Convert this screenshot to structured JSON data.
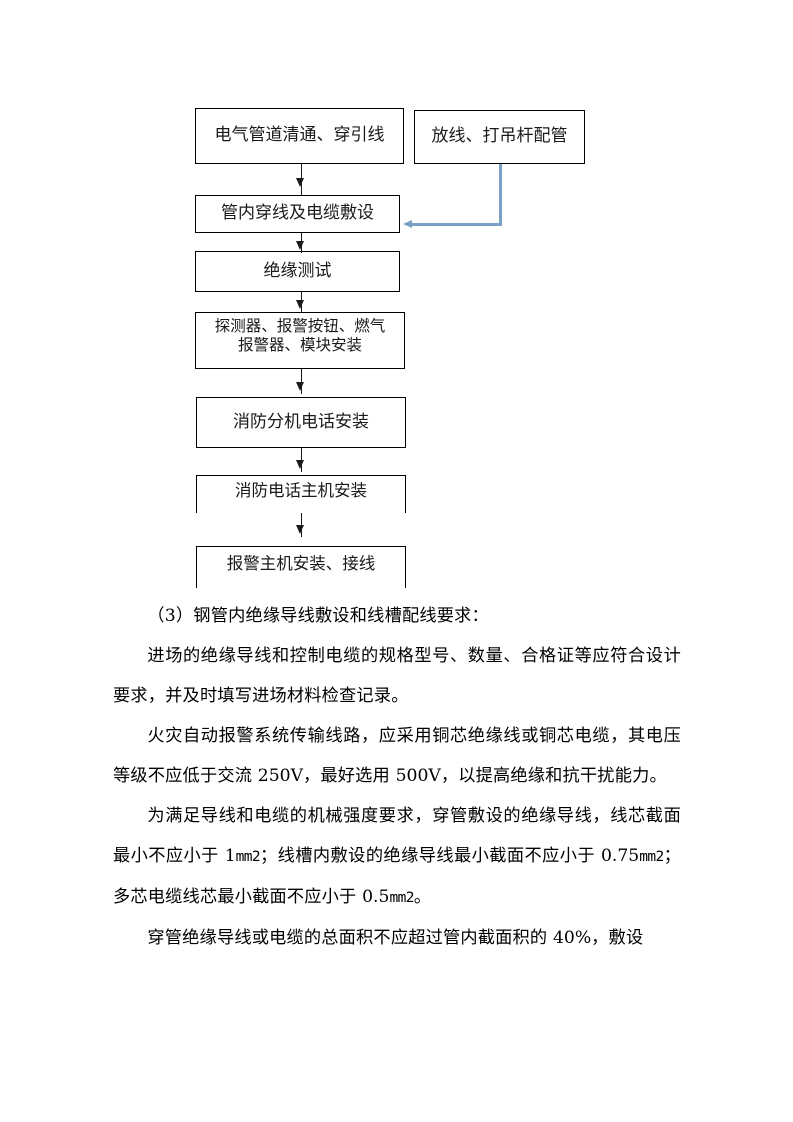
{
  "document": {
    "flowchart": {
      "boxes": [
        {
          "id": "pipe-clearing",
          "lines": [
            "电气管道清通、穿引线"
          ]
        },
        {
          "id": "cable-laying-rods",
          "lines": [
            "放线、打吊杆配管"
          ]
        },
        {
          "id": "in-pipe-threading",
          "lines": [
            "管内穿线及电缆敷设"
          ]
        },
        {
          "id": "insulation-test",
          "lines": [
            "绝缘测试"
          ]
        },
        {
          "id": "detector-install",
          "lines": [
            "探测器、报警按钮、燃气",
            "报警器、模块安装"
          ]
        },
        {
          "id": "fire-ext-phone",
          "lines": [
            "消防分机电话安装"
          ]
        },
        {
          "id": "fire-main-phone",
          "lines": [
            "消防电话主机安装"
          ]
        },
        {
          "id": "alarm-host-wiring",
          "lines": [
            "报警主机安装、接线"
          ]
        }
      ],
      "connector_color_blue": "#7ba0c8",
      "connector_color_black": "#1a1a1a"
    },
    "paragraphs": [
      {
        "id": "heading-3",
        "runs": [
          {
            "t": "（3）钢管内绝缘导线敷设和线槽配线要求：",
            "style": "cjk"
          }
        ]
      },
      {
        "id": "para-materials",
        "runs": [
          {
            "t": "进场的绝缘导线和控制电缆的规格型号、数量、合格证等应符合设计要求，并及时填写进场材料检查记录。",
            "style": "cjk"
          }
        ]
      },
      {
        "id": "para-voltage",
        "runs": [
          {
            "t": "火灾自动报警系统传输线路，应采用铜芯绝缘线或铜芯电缆，其电压等级不应低于交流 ",
            "style": "cjk"
          },
          {
            "t": "250V",
            "style": "lat"
          },
          {
            "t": "，最好选用 ",
            "style": "cjk"
          },
          {
            "t": "500V",
            "style": "lat"
          },
          {
            "t": "，以提高绝缘和抗干扰能力。",
            "style": "cjk"
          }
        ]
      },
      {
        "id": "para-cross-section",
        "runs": [
          {
            "t": "为满足导线和电缆的机械强度要求，穿管敷设的绝缘导线，线芯截面最小不应小于 ",
            "style": "cjk"
          },
          {
            "t": "1",
            "style": "lat"
          },
          {
            "t": "mm2",
            "style": "unit"
          },
          {
            "t": "；线槽内敷设的绝缘导线最小截面不应小于 ",
            "style": "cjk"
          },
          {
            "t": "0.75",
            "style": "lat"
          },
          {
            "t": "mm2",
            "style": "unit"
          },
          {
            "t": "；多芯电缆线芯最小截面不应小于 ",
            "style": "cjk"
          },
          {
            "t": "0.5",
            "style": "lat"
          },
          {
            "t": "mm2",
            "style": "unit"
          },
          {
            "t": "。",
            "style": "cjk"
          }
        ]
      },
      {
        "id": "para-fill-ratio",
        "runs": [
          {
            "t": "穿管绝缘导线或电缆的总面积不应超过管内截面积的 ",
            "style": "cjk"
          },
          {
            "t": "40%",
            "style": "lat"
          },
          {
            "t": "，敷设",
            "style": "cjk"
          }
        ]
      }
    ]
  }
}
